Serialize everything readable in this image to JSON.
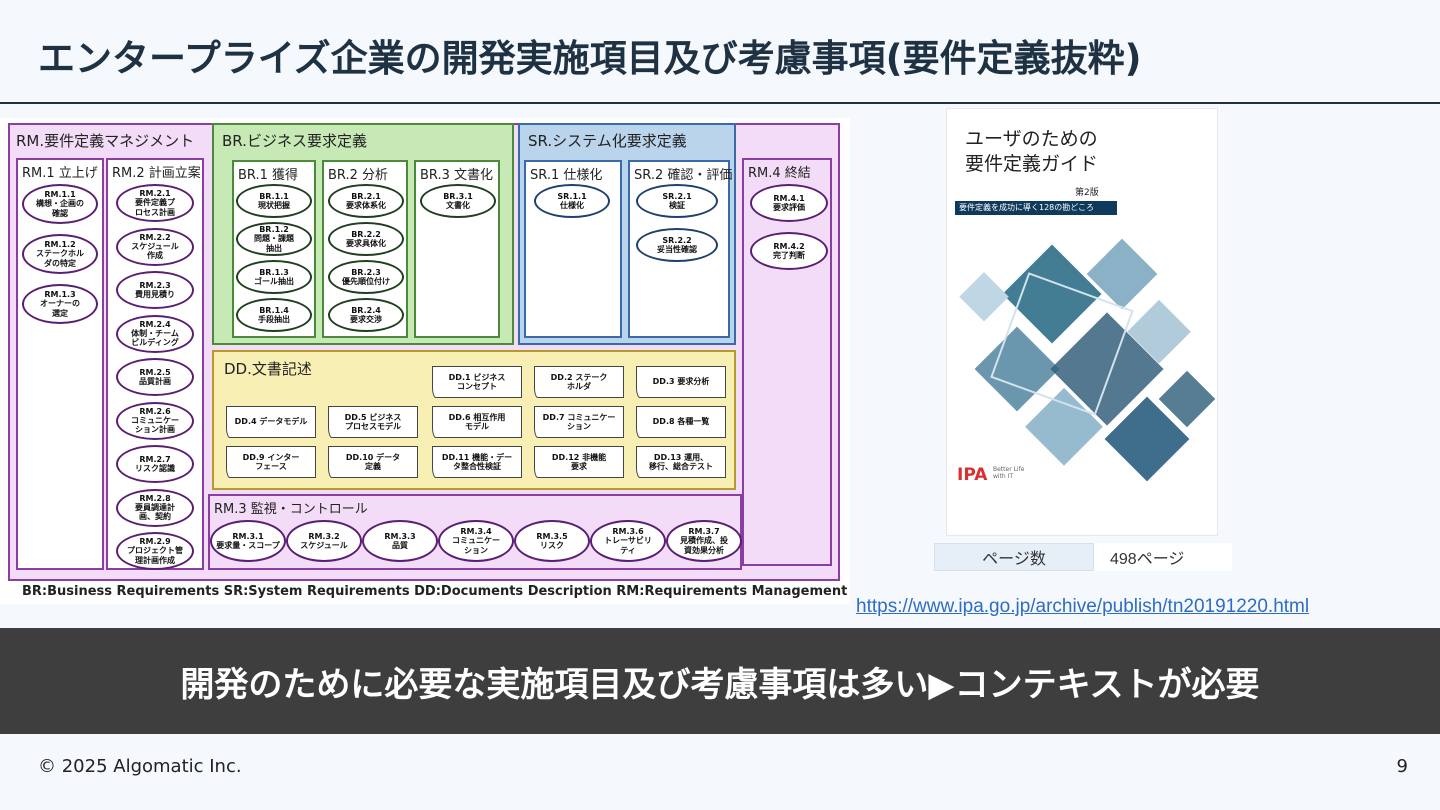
{
  "slide": {
    "title": "エンタープライズ企業の開発実施項目及び考慮事項(要件定義抜粋)",
    "banner": "開発のために必要な実施項目及び考慮事項は多い▶コンテキストが必要",
    "copyright": "© 2025 Algomatic Inc.",
    "page_number": "9",
    "link": "https://www.ipa.go.jp/archive/publish/tn20191220.html"
  },
  "diagram": {
    "rm_header": "RM.要件定義マネジメント",
    "br_header": "BR.ビジネス要求定義",
    "sr_header": "SR.システム化要求定義",
    "dd_header": "DD.文書記述",
    "rm1": {
      "label": "RM.1 立上げ",
      "items": [
        "RM.1.1\n構想・企画の\n確認",
        "RM.1.2\nステークホル\nダの特定",
        "RM.1.3\nオーナーの\n選定"
      ]
    },
    "rm2": {
      "label": "RM.2 計画立案",
      "items": [
        "RM.2.1\n要件定義プ\nロセス計画",
        "RM.2.2\nスケジュール\n作成",
        "RM.2.3\n費用見積り",
        "RM.2.4\n体制・チーム\nビルディング",
        "RM.2.5\n品質計画",
        "RM.2.6\nコミュニケー\nション計画",
        "RM.2.7\nリスク認識",
        "RM.2.8\n要員調達計\n画、契約",
        "RM.2.9\nプロジェクト管\n理計画作成"
      ]
    },
    "br1": {
      "label": "BR.1 獲得",
      "items": [
        "BR.1.1\n現状把握",
        "BR.1.2\n問題・課題\n抽出",
        "BR.1.3\nゴール抽出",
        "BR.1.4\n手段抽出"
      ]
    },
    "br2": {
      "label": "BR.2 分析",
      "items": [
        "BR.2.1\n要求体系化",
        "BR.2.2\n要求具体化",
        "BR.2.3\n優先順位付け",
        "BR.2.4\n要求交渉"
      ]
    },
    "br3": {
      "label": "BR.3 文書化",
      "items": [
        "BR.3.1\n文書化"
      ]
    },
    "sr1": {
      "label": "SR.1 仕様化",
      "items": [
        "SR.1.1\n仕様化"
      ]
    },
    "sr2": {
      "label": "SR.2 確認・評価",
      "items": [
        "SR.2.1\n検証",
        "SR.2.2\n妥当性確認"
      ]
    },
    "rm4": {
      "label": "RM.4 終結",
      "items": [
        "RM.4.1\n要求評価",
        "RM.4.2\n完了判断"
      ]
    },
    "dd_items": [
      "DD.1 ビジネス\nコンセプト",
      "DD.2 ステーク\nホルダ",
      "DD.3 要求分析",
      "DD.4 データモデル",
      "DD.5 ビジネス\nプロセスモデル",
      "DD.6 相互作用\nモデル",
      "DD.7 コミュニケー\nション",
      "DD.8 各種一覧",
      "DD.9 インター\nフェース",
      "DD.10 データ\n定義",
      "DD.11 機能・デー\nタ整合性検証",
      "DD.12 非機能\n要求",
      "DD.13 運用、\n移行、総合テスト"
    ],
    "rm3": {
      "label": "RM.3 監視・コントロール",
      "items": [
        "RM.3.1\n要求量・スコープ",
        "RM.3.2\nスケジュール",
        "RM.3.3\n品質",
        "RM.3.4\nコミュニケー\nション",
        "RM.3.5\nリスク",
        "RM.3.6\nトレーサビリ\nティ",
        "RM.3.7\n見積作成、投\n資効果分析"
      ]
    },
    "legend": "BR:Business Requirements  SR:System Requirements  DD:Documents Description  RM:Requirements Management"
  },
  "book": {
    "title_line1": "ユーザのための",
    "title_line2": "要件定義ガイド",
    "edition": "第2版",
    "subtitle": "要件定義を成功に導く128の勘どころ",
    "publisher": "IPA",
    "tagline": "Better Life\nwith IT",
    "pages_label": "ページ数",
    "pages_value": "498ページ"
  }
}
